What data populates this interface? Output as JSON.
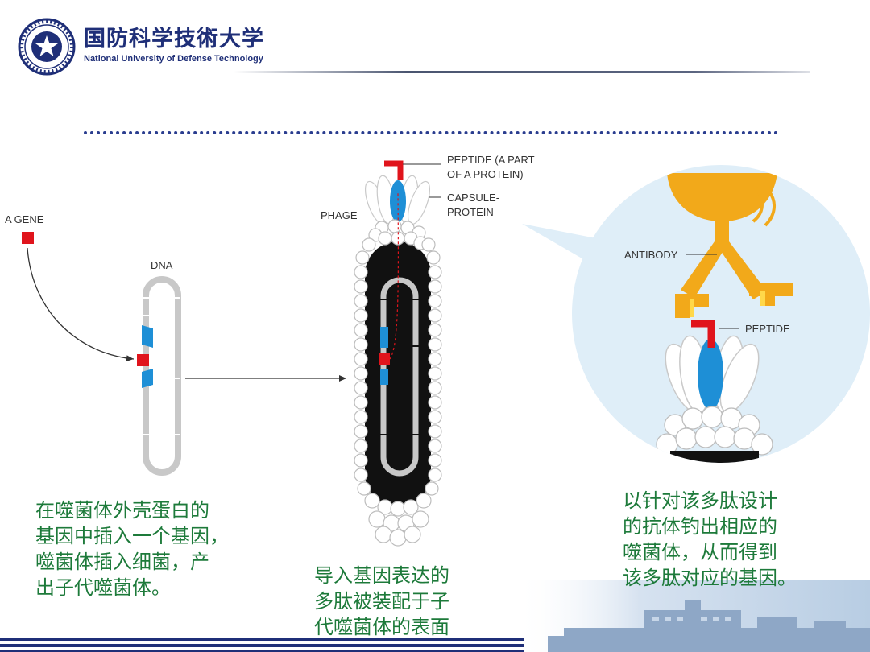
{
  "header": {
    "logo_cn": "国防科学技術大学",
    "logo_en": "National University of Defense Technology"
  },
  "diagram": {
    "labels": {
      "gene": "A GENE",
      "dna": "DNA",
      "phage": "PHAGE",
      "peptide_part_line1": "PEPTIDE (A PART",
      "peptide_part_line2": "OF A PROTEIN)",
      "capsule_line1": "CAPSULE-",
      "capsule_line2": "PROTEIN",
      "antibody": "ANTIBODY",
      "peptide": "PEPTIDE"
    }
  },
  "captions": {
    "left": [
      "在噬菌体外壳蛋白的",
      "基因中插入一个基因，",
      "噬菌体插入细菌，产",
      "出子代噬菌体。"
    ],
    "middle": [
      "导入基因表达的",
      "多肽被装配于子",
      "代噬菌体的表面"
    ],
    "right": [
      "以针对该多肽设计",
      "的抗体钓出相应的",
      "噬菌体，从而得到",
      "该多肽对应的基因。"
    ]
  },
  "colors": {
    "brand_navy": "#1f2f78",
    "caption_green": "#1d7a3a",
    "gene_red": "#e0141c",
    "protein_blue": "#1e8fd6",
    "antibody_orange": "#f2a91a",
    "dna_grey": "#c8c8c8"
  }
}
